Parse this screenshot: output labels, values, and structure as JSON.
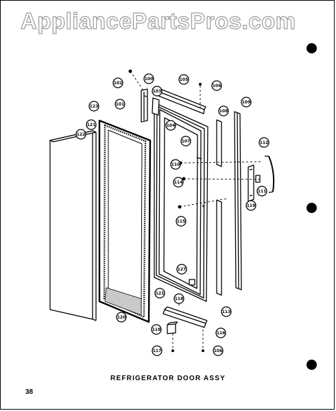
{
  "watermark": "AppliancePartsPros.com",
  "diagram_title": "REFRIGERATOR DOOR ASSY",
  "page_number": "38",
  "parts": [
    {
      "id": "p-102",
      "label": "102"
    },
    {
      "id": "p-101",
      "label": "101"
    },
    {
      "id": "p-100",
      "label": "100"
    },
    {
      "id": "p-103",
      "label": "103"
    },
    {
      "id": "p-105",
      "label": "105"
    },
    {
      "id": "p-106a",
      "label": "106"
    },
    {
      "id": "p-123",
      "label": "123"
    },
    {
      "id": "p-104",
      "label": "104"
    },
    {
      "id": "p-108",
      "label": "108"
    },
    {
      "id": "p-109",
      "label": "109"
    },
    {
      "id": "p-122",
      "label": "122"
    },
    {
      "id": "p-121a",
      "label": "121"
    },
    {
      "id": "p-107",
      "label": "107"
    },
    {
      "id": "p-112",
      "label": "112"
    },
    {
      "id": "p-110",
      "label": "110"
    },
    {
      "id": "p-114",
      "label": "114"
    },
    {
      "id": "p-111",
      "label": "111"
    },
    {
      "id": "p-119",
      "label": "119"
    },
    {
      "id": "p-115",
      "label": "115"
    },
    {
      "id": "p-127",
      "label": "127"
    },
    {
      "id": "p-121b",
      "label": "121"
    },
    {
      "id": "p-113",
      "label": "113"
    },
    {
      "id": "p-118",
      "label": "118"
    },
    {
      "id": "p-120",
      "label": "120"
    },
    {
      "id": "p-116",
      "label": "116"
    },
    {
      "id": "p-117",
      "label": "117"
    },
    {
      "id": "p-106b",
      "label": "106"
    }
  ]
}
